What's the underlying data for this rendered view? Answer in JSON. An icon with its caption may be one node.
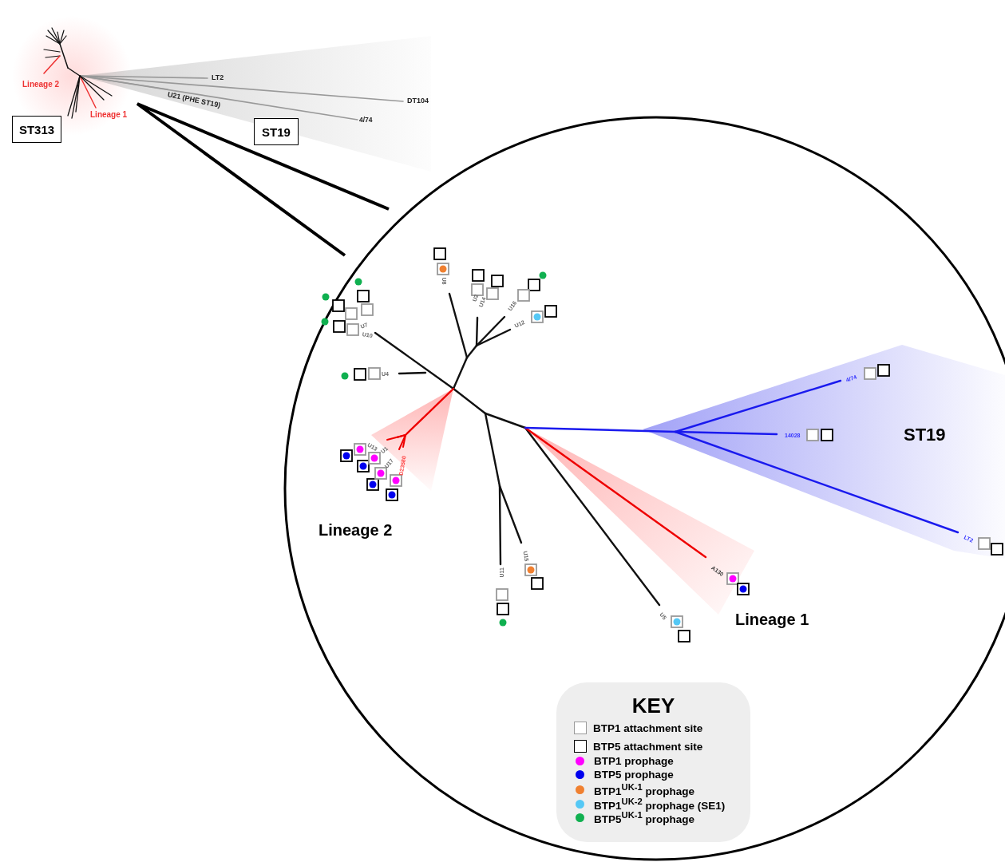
{
  "diagram": {
    "nodes": [
      {
        "text": [
          "ST313"
        ]
      },
      {
        "text": [
          "ST19"
        ]
      },
      {
        "text": [
          "KEY"
        ]
      }
    ],
    "labels": [
      "Lineage 2",
      "LT2",
      "U21 (PHE ST19)",
      "DT104",
      "Lineage 1",
      "4/74",
      "U8",
      "U2",
      "U14",
      "U16",
      "U7",
      "U10",
      "U12",
      "U4",
      "4/74",
      "U13",
      "U1",
      "U17",
      "D23580",
      "14028",
      "ST19",
      "Lineage 2",
      "LT2",
      "U15",
      "U11",
      "A130",
      "U5",
      "Lineage 1"
    ],
    "legend": [
      {
        "text": "BTP1 attachment site"
      },
      {
        "text": "BTP5 attachment site"
      },
      {
        "text": "BTP1 prophage",
        "color": "#ff00ff"
      },
      {
        "text": "BTP5 prophage",
        "color": "#0000ee"
      },
      {
        "text": "BTP1$^{UK-1}$ prophage",
        "color": "#f08030"
      },
      {
        "text": "BTP1$^{UK-2}$ prophage (SE1)",
        "color": "#55c8f5"
      },
      {
        "text": "BTP5$^{UK-1}$ prophage",
        "color": "#10b050"
      }
    ]
  }
}
